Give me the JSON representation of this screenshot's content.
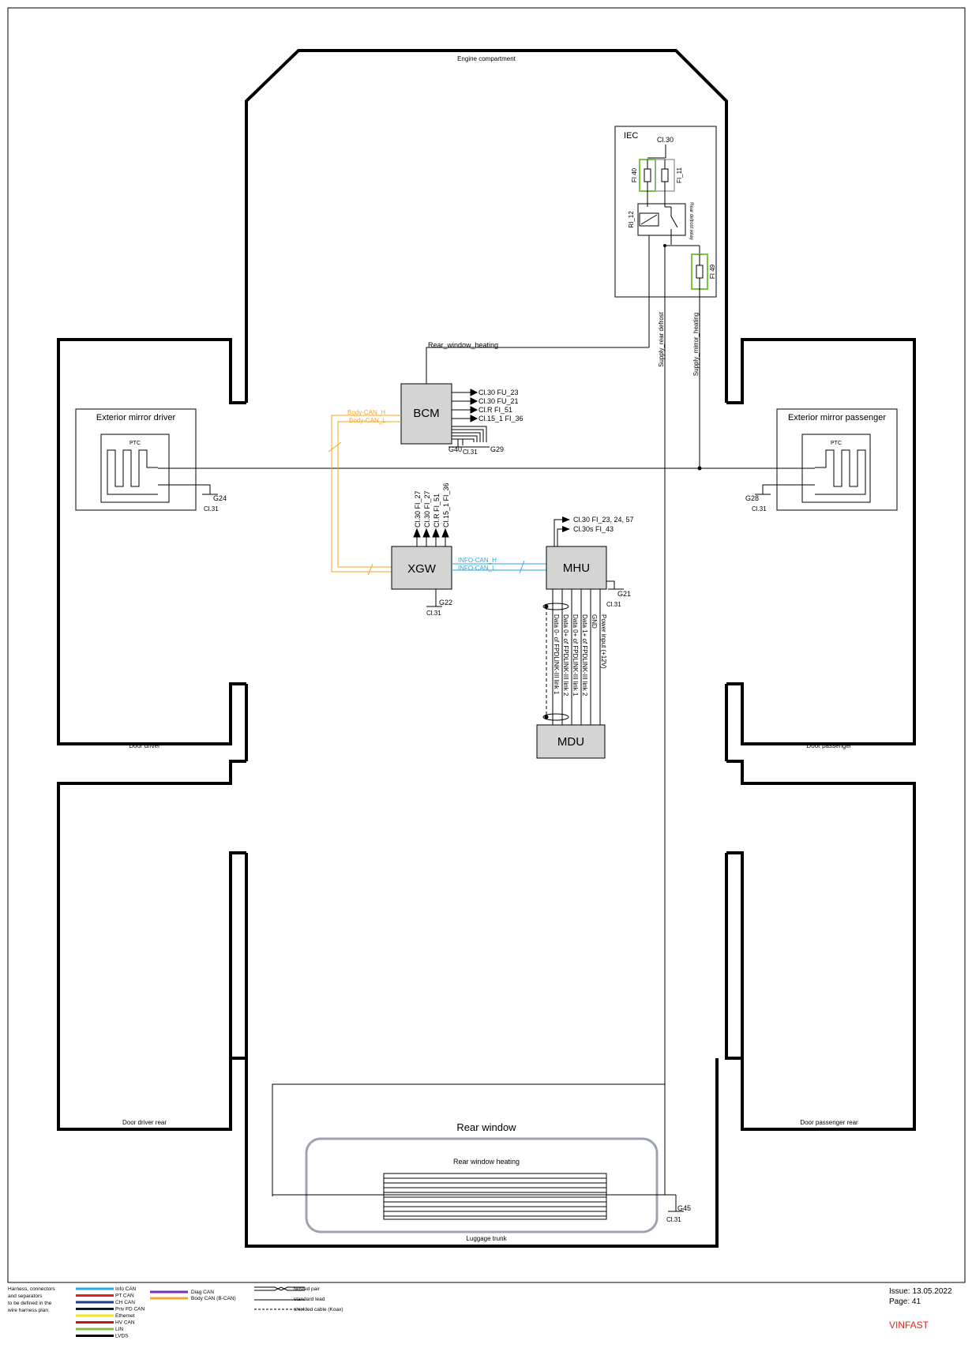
{
  "areas": {
    "engine": "Engine compartment",
    "door_driver": "Door driver",
    "door_passenger": "Door passenger",
    "door_driver_rear": "Door driver rear",
    "door_passenger_rear": "Door passenger rear",
    "luggage": "Luggage trunk"
  },
  "iec": {
    "title": "IEC",
    "cl30": "Cl.30",
    "fuse_fi40": "FI 40",
    "fuse_fi11": "FI_11",
    "relay": "RI_12",
    "relay_name": "Rear defrost relay",
    "fuse_fi49": "FI 49"
  },
  "wires": {
    "rear_window_heating": "Rear_window_heating",
    "supply_rear_defrost": "Supply_rear defrost",
    "supply_mirror_heating": "Supply_mirror_heating",
    "body_can_h": "Body-CAN_H",
    "body_can_l": "Body-CAN_L",
    "info_can_h": "INFO-CAN_H",
    "info_can_l": "INFO-CAN_L"
  },
  "bcm": {
    "name": "BCM",
    "outputs": [
      "Cl.30 FU_23",
      "Cl.30 FU_21",
      "Cl.R FI_51",
      "Cl.15_1 FI_36"
    ],
    "g40": "G40",
    "cl31": "Cl.31",
    "g29": "G29"
  },
  "xgw": {
    "name": "XGW",
    "supplies": [
      "Cl.30 FI_27",
      "Cl.30 FI_27",
      "Cl.R FI_51",
      "Cl.15_1 FI_36"
    ],
    "ground": "G22",
    "cl31": "Cl.31"
  },
  "mhu": {
    "name": "MHU",
    "supplies": [
      "Cl.30 FI_23, 24, 57",
      "Cl.30s FI_43"
    ],
    "ground": "G21",
    "cl31": "Cl.31",
    "signals": [
      "Data 0- of FPDLINK-III link 1",
      "Data 0+ of FPDLINK-III link 2",
      "Data 0+ of FPDLINK-III link 1",
      "Data 1+ of FPDLINK-III link 2",
      "GND",
      "Power input (+12V)"
    ]
  },
  "mdu": {
    "name": "MDU"
  },
  "mirror_driver": {
    "title": "Exterior mirror driver",
    "ptc": "PTC",
    "ground": "G24",
    "cl31": "Cl.31"
  },
  "mirror_passenger": {
    "title": "Exterior mirror passenger",
    "ptc": "PTC",
    "ground": "G28",
    "cl31": "Cl.31"
  },
  "rear_window": {
    "title": "Rear window",
    "heating": "Rear window heating",
    "ground": "G45",
    "cl31": "Cl.31"
  },
  "legend": {
    "note": [
      "Harness, connectors",
      "and separators",
      "to be defined in the",
      "wire harness plan"
    ],
    "col1": [
      {
        "label": "Info CAN",
        "color": "#26a7e6"
      },
      {
        "label": "PT CAN",
        "color": "#e62020"
      },
      {
        "label": "CH CAN",
        "color": "#1e3a8a"
      },
      {
        "label": "Priv FD CAN",
        "color": "#111827"
      },
      {
        "label": "Ethernet",
        "color": "#f5e614"
      },
      {
        "label": "HV CAN",
        "color": "#b91c1c"
      },
      {
        "label": "LIN",
        "color": "#7cc242"
      },
      {
        "label": "LVDS",
        "color": "#000000"
      }
    ],
    "col2": [
      {
        "label": "Diag CAN",
        "color": "#7b2fb5"
      },
      {
        "label": "Body CAN (B-CAN)",
        "color": "#f5a623"
      }
    ],
    "col3": [
      "twisted pair",
      "standard lead",
      "shielded cable (Koax)"
    ]
  },
  "footer": {
    "issue": "Issue:  13.05.2022",
    "page": "Page:    41",
    "brand": "VINFAST",
    "brand_color": "#e0201b"
  }
}
